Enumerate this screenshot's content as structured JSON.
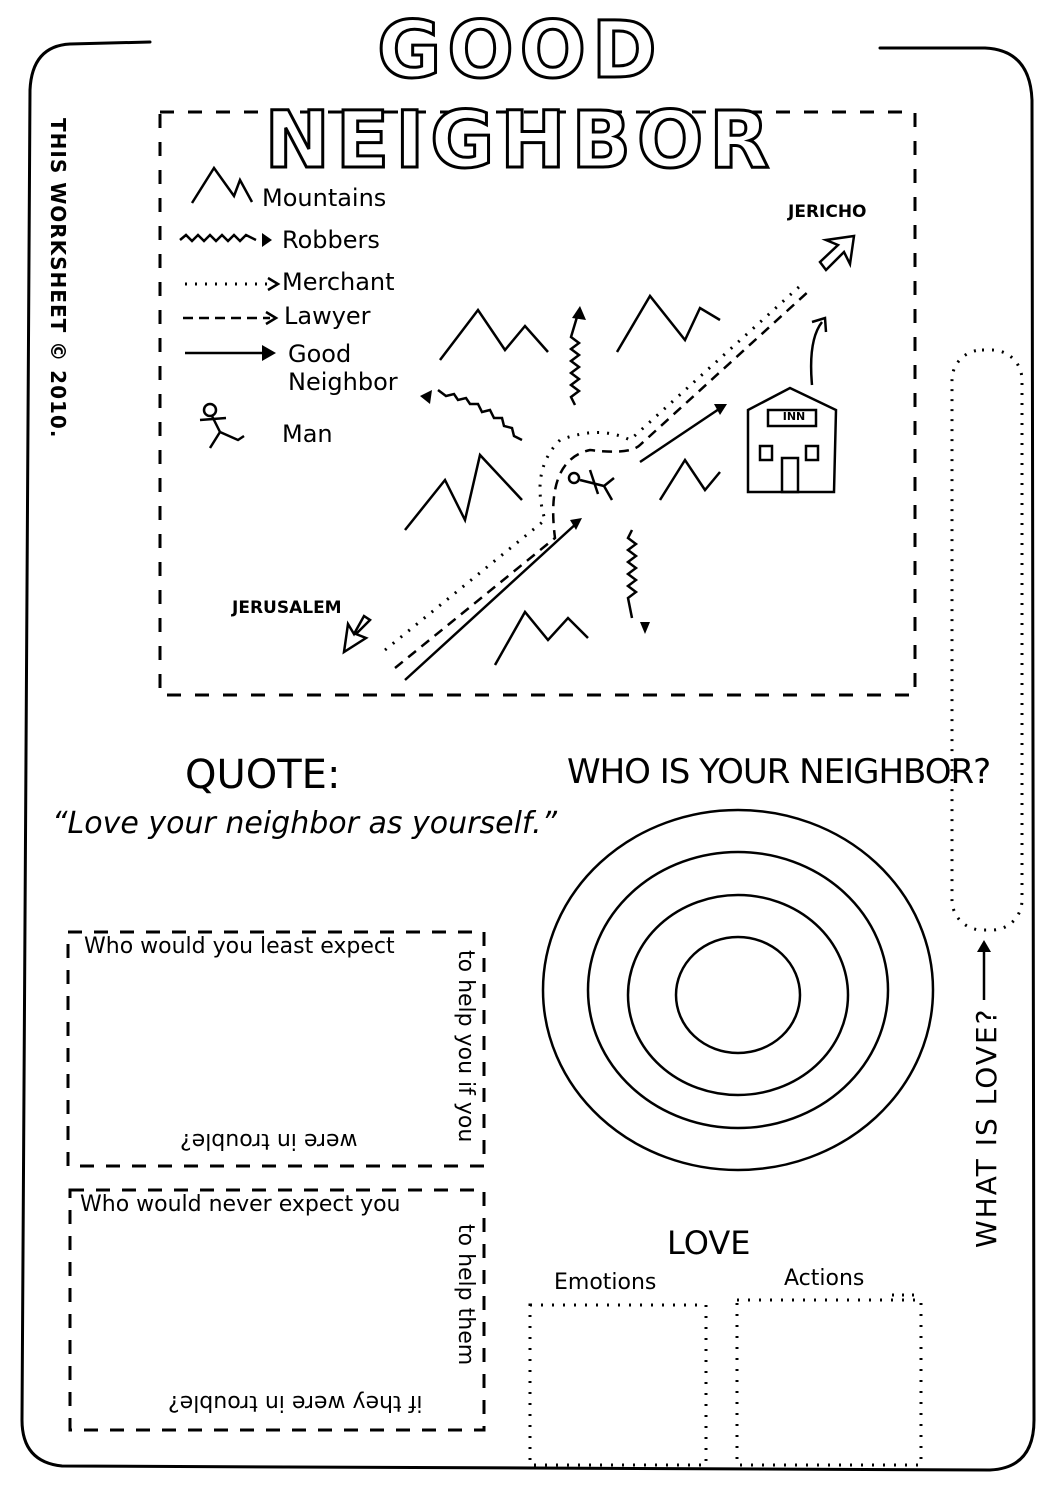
{
  "title": "GOOD NEIGHBOR",
  "copyright": "THIS WORKSHEET © 2010.",
  "map": {
    "legend": [
      {
        "label": "Mountains",
        "icon": "mountains-icon"
      },
      {
        "label": "Robbers",
        "icon": "zigzag-arrow-icon"
      },
      {
        "label": "Merchant",
        "icon": "dotted-arrow-icon"
      },
      {
        "label": "Lawyer",
        "icon": "dashed-arrow-icon"
      },
      {
        "label": "Good",
        "icon": "solid-arrow-icon"
      },
      {
        "label": "Neighbor",
        "icon": ""
      },
      {
        "label": "Man",
        "icon": "stick-figure-icon"
      }
    ],
    "jericho": "JERICHO",
    "jerusalem": "JERUSALEM",
    "inn": "INN"
  },
  "quote": {
    "heading": "QUOTE:",
    "text": "“Love your neighbor as yourself.”"
  },
  "who_is_your_neighbor": "WHO IS YOUR NEIGHBOR?",
  "what_is_love": "WHAT IS LOVE?",
  "box1": {
    "top": "Who would you least expect",
    "right": "to help you if you",
    "bottom": "were in trouble?"
  },
  "box2": {
    "top": "Who would never expect you",
    "right": "to help them",
    "bottom": "if they were in trouble?"
  },
  "love": {
    "heading": "LOVE",
    "emotions": "Emotions",
    "actions": "Actions"
  }
}
